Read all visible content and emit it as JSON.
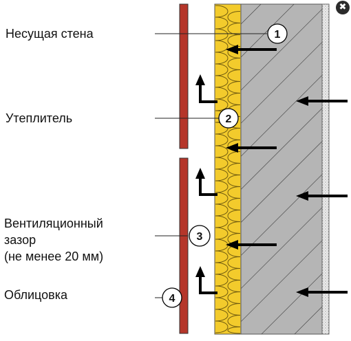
{
  "labels": {
    "wall": "Несущая стена",
    "insulation": "Утеплитель",
    "gap_line1": "Вентиляционный",
    "gap_line2": "зазор",
    "gap_line3": "(не менее 20 мм)",
    "cladding": "Облицовка"
  },
  "markers": [
    "1",
    "2",
    "3",
    "4"
  ],
  "close_icon": "close-icon",
  "colors": {
    "cladding": "#b5362a",
    "insulation": "#f3cb2c",
    "wall": "#b5b5b5",
    "plaster": "#dcdcdc"
  }
}
